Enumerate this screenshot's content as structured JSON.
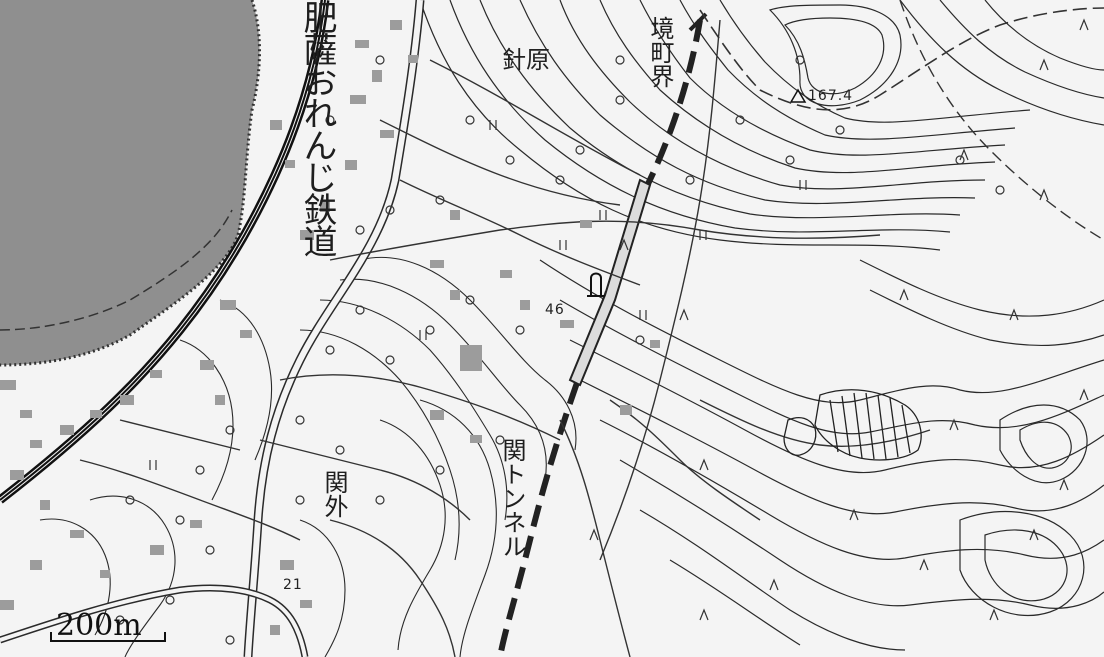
{
  "map": {
    "labels": {
      "railway_name": "肥薩おれんじ鉄道",
      "district_harihara": "針原",
      "boundary_label": "境町界",
      "district_sekigai": "関外",
      "tunnel_label": "関トンネル"
    },
    "elevations": {
      "summit": "167.4",
      "spot_46": "46",
      "spot_21": "21"
    },
    "scale": {
      "label": "200m"
    },
    "symbols": {
      "summit_marker": "triangle-icon",
      "shrine_marker": "shrine-icon",
      "orchard_marker": "orchard-icon",
      "field_marker": "field-icon",
      "broadleaf_marker": "broadleaf-forest-icon"
    },
    "colors": {
      "water": "#8f8f8f",
      "line": "#2a2a2a",
      "building": "#9c9c9c",
      "paper": "#f4f4f4"
    }
  }
}
